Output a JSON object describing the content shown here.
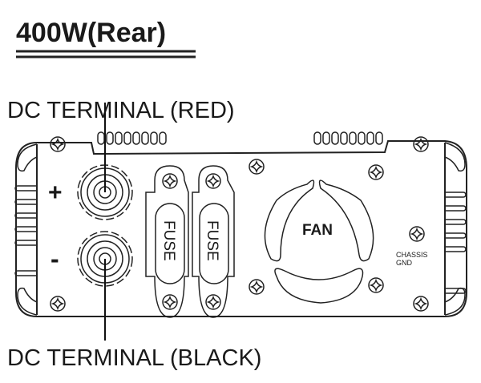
{
  "title": "400W(Rear)",
  "labels": {
    "dc_red": "DC TERMINAL (RED)",
    "dc_black": "DC TERMINAL (BLACK)",
    "plus": "+",
    "minus": "-",
    "fuse1": "FUSE",
    "fuse2": "FUSE",
    "fan": "FAN",
    "chassis": "CHASSIS",
    "gnd": "GND"
  }
}
